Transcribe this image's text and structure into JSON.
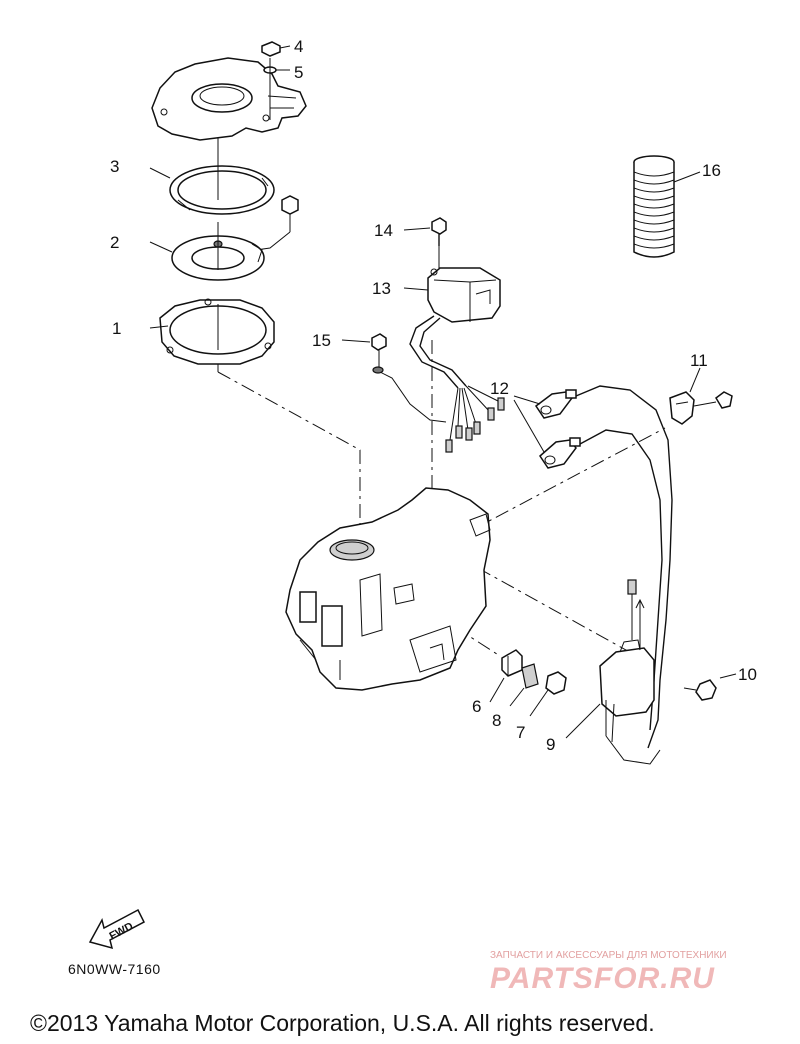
{
  "callouts": {
    "n1": "1",
    "n2": "2",
    "n3": "3",
    "n4": "4",
    "n5": "5",
    "n6": "6",
    "n7": "7",
    "n8": "8",
    "n9": "9",
    "n10": "10",
    "n11": "11",
    "n12": "12",
    "n13": "13",
    "n14": "14",
    "n15": "15",
    "n16": "16"
  },
  "fwd_label": "FWD",
  "diagram_code": "6N0WW-7160",
  "watermark": {
    "tagline": "ЗАПЧАСТИ И АКСЕССУАРЫ ДЛЯ МОТОТЕХНИКИ",
    "logo_text": "PARTSFOR.RU"
  },
  "copyright": "©2013 Yamaha Motor Corporation, U.S.A. All rights reserved.",
  "icons": [
    "fwd-arrow-icon",
    "watermark-logo"
  ]
}
